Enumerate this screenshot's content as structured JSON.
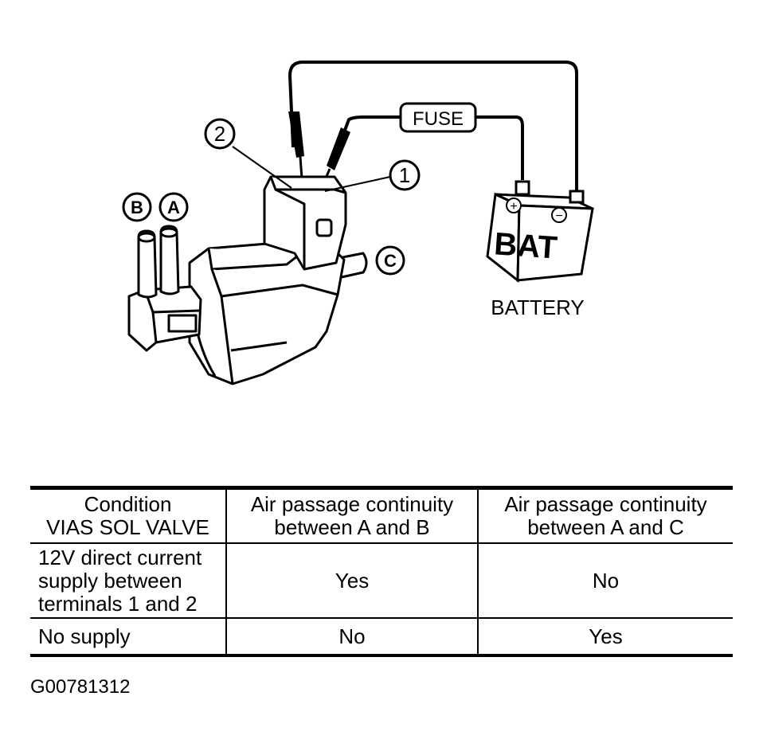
{
  "diagram": {
    "fuse_label": "FUSE",
    "battery_text": "BAT",
    "battery_label": "BATTERY",
    "plus_sign": "+",
    "minus_sign": "−",
    "callouts": {
      "terminal_1": "1",
      "terminal_2": "2",
      "port_a": "A",
      "port_b": "B",
      "port_c": "C"
    }
  },
  "table": {
    "headers": [
      [
        "Condition",
        "VIAS SOL VALVE"
      ],
      [
        "Air passage continuity",
        "between A and B"
      ],
      [
        "Air passage continuity",
        "between A and C"
      ]
    ],
    "rows": [
      {
        "condition": [
          "12V direct current",
          "supply between",
          "terminals 1 and 2"
        ],
        "ab": "Yes",
        "ac": "No"
      },
      {
        "condition": [
          "No supply"
        ],
        "ab": "No",
        "ac": "Yes"
      }
    ]
  },
  "figure_id": "G00781312"
}
